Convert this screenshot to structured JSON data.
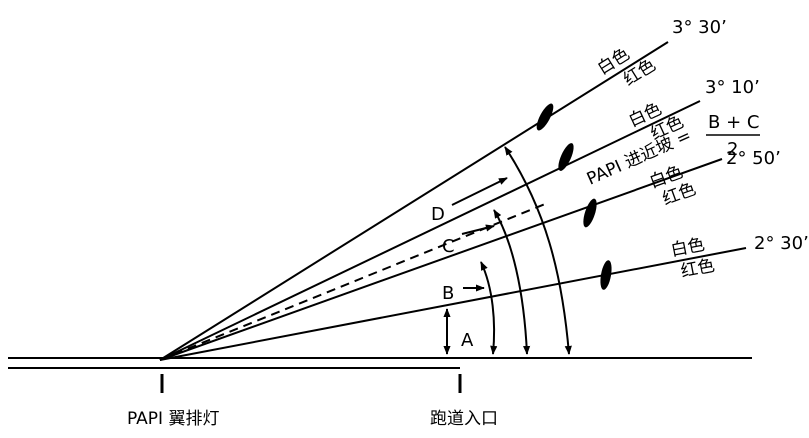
{
  "angles": {
    "a330": "3° 30’",
    "a310": "3° 10’",
    "a250": "2° 50’",
    "a230": "2° 30’"
  },
  "colors": {
    "white": "白色",
    "red": "红色"
  },
  "approach": {
    "prefix": "PAPI 进近坡 =",
    "numerator": "B + C",
    "denominator": "2"
  },
  "letters": {
    "a": "A",
    "b": "B",
    "c": "C",
    "d": "D"
  },
  "captions": {
    "papi": "PAPI 翼排灯",
    "threshold": "跑道入口"
  }
}
